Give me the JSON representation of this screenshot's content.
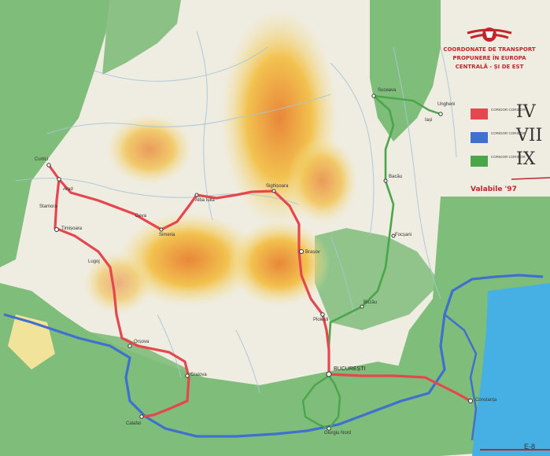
{
  "map": {
    "title_lines": [
      "COORDONATE DE TRANSPORT",
      "PROPUNERE ÎN EUROPA",
      "CENTRALĂ - ȘI DE EST"
    ],
    "year_note": "Valabile '97",
    "corner_mark": "E-8",
    "legend": [
      {
        "roman": "IV",
        "caption": "CORIDOR CORIDOR",
        "color": "#e5474f"
      },
      {
        "roman": "VII",
        "caption": "CORIDOR CORIDOR",
        "color": "#3f6fcf"
      },
      {
        "roman": "IX",
        "caption": "CORIDOR CORIDOR",
        "color": "#4aa64a"
      }
    ],
    "cities": {
      "curtici": "Curtici",
      "arad": "Arad",
      "timisoara": "Timișoara",
      "stamora": "Stamora",
      "lugoj": "Lugoj",
      "deva": "Deva",
      "simeria": "Simeria",
      "alba": "Alba Iulia",
      "sighisoara": "Sighișoara",
      "brasov": "Brașov",
      "ploiesti": "Ploiești",
      "bucuresti": "BUCUREȘTI",
      "giurgiu": "Giurgiu Nord",
      "constanta": "Constanța",
      "craiova": "Craiova",
      "calafat": "Calafat",
      "orsova": "Orșova",
      "suceava": "Suceava",
      "iasi": "Iași",
      "ungheni": "Ungheni",
      "bacau": "Bacău",
      "buzau": "Buzău",
      "focsani": "Focșani"
    }
  }
}
